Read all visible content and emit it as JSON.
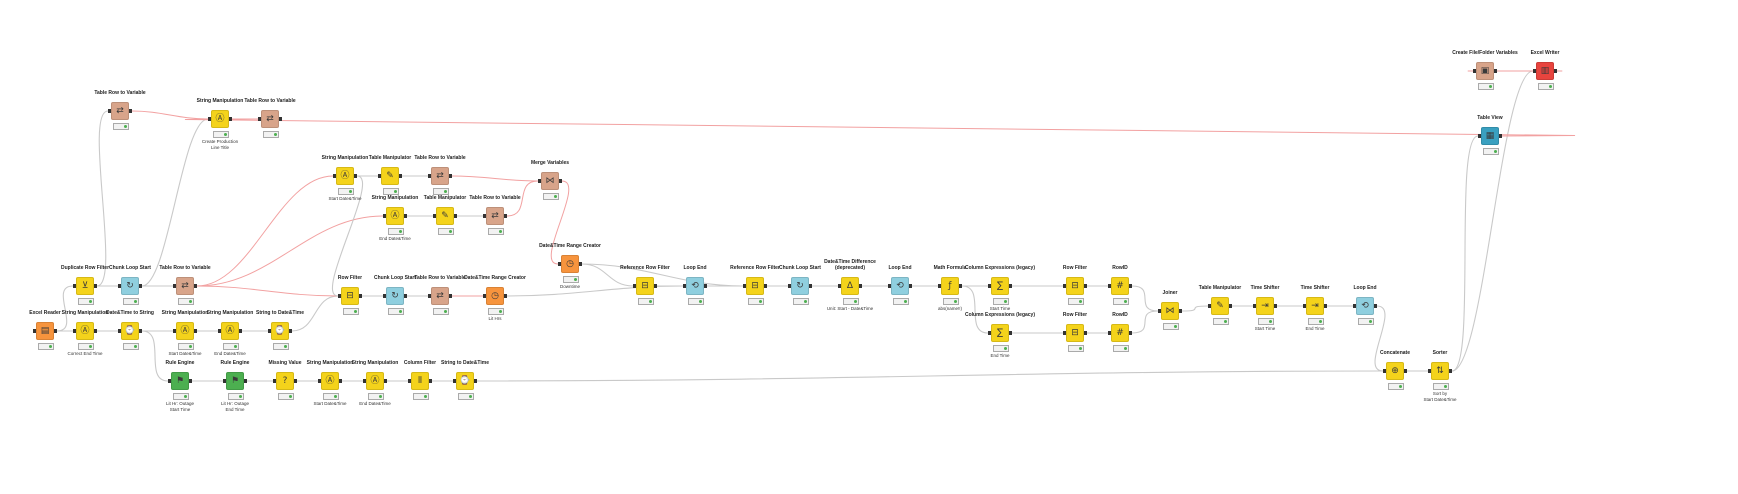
{
  "nodes": [
    {
      "id": "n1",
      "title": "Excel Reader",
      "label": "",
      "color": "c-source",
      "icon": "table-in-icon"
    },
    {
      "id": "n2",
      "title": "Duplicate Row Filter",
      "label": "",
      "color": "c-manip",
      "icon": "filter-icon"
    },
    {
      "id": "n3",
      "title": "String Manipulation",
      "label": "Correct End Time",
      "color": "c-manip",
      "icon": "abc-icon"
    },
    {
      "id": "n4",
      "title": "Table Row to Variable",
      "label": "",
      "color": "c-tan",
      "icon": "variable-icon"
    },
    {
      "id": "n5",
      "title": "Chunk Loop Start",
      "label": "",
      "color": "c-loop",
      "icon": "loop-start-icon"
    },
    {
      "id": "n6",
      "title": "Date&Time to String",
      "label": "",
      "color": "c-manip",
      "icon": "datetime-icon"
    },
    {
      "id": "n7",
      "title": "String Manipulation",
      "label": "Create Production\nLine Title",
      "color": "c-manip",
      "icon": "abc-icon"
    },
    {
      "id": "n8",
      "title": "Table Row to Variable",
      "label": "",
      "color": "c-tan",
      "icon": "variable-icon"
    },
    {
      "id": "n9",
      "title": "Table Row to Variable",
      "label": "",
      "color": "c-tan",
      "icon": "variable-icon"
    },
    {
      "id": "n10",
      "title": "String Manipulation",
      "label": "Start Date&Time",
      "color": "c-manip",
      "icon": "abc-icon"
    },
    {
      "id": "n11",
      "title": "String Manipulation",
      "label": "End Date&Time",
      "color": "c-manip",
      "icon": "abc-icon"
    },
    {
      "id": "n12",
      "title": "String to Date&Time",
      "label": "",
      "color": "c-manip",
      "icon": "datetime-icon"
    },
    {
      "id": "n13",
      "title": "Rule Engine",
      "label": "Lit Hr: Outage\nStart Time",
      "color": "c-green",
      "icon": "rule-icon"
    },
    {
      "id": "n14",
      "title": "Rule Engine",
      "label": "Lit Hr: Outage\nEnd Time",
      "color": "c-green",
      "icon": "rule-icon"
    },
    {
      "id": "n15",
      "title": "Missing Value",
      "label": "",
      "color": "c-manip",
      "icon": "missing-icon"
    },
    {
      "id": "n16",
      "title": "String Manipulation",
      "label": "Start Date&Time",
      "color": "c-manip",
      "icon": "abc-icon"
    },
    {
      "id": "n17",
      "title": "String Manipulation",
      "label": "End Date&Time",
      "color": "c-manip",
      "icon": "abc-icon"
    },
    {
      "id": "n18",
      "title": "Column Filter",
      "label": "",
      "color": "c-manip",
      "icon": "column-filter-icon"
    },
    {
      "id": "n19",
      "title": "String to Date&Time",
      "label": "",
      "color": "c-manip",
      "icon": "datetime-icon"
    },
    {
      "id": "n20",
      "title": "String Manipulation",
      "label": "Start Date&Time",
      "color": "c-manip",
      "icon": "abc-icon"
    },
    {
      "id": "n21",
      "title": "Table Manipulator",
      "label": "",
      "color": "c-manip",
      "icon": "table-edit-icon"
    },
    {
      "id": "n22",
      "title": "Table Row to Variable",
      "label": "",
      "color": "c-tan",
      "icon": "variable-icon"
    },
    {
      "id": "n23",
      "title": "String Manipulation",
      "label": "End Date&Time",
      "color": "c-manip",
      "icon": "abc-icon"
    },
    {
      "id": "n24",
      "title": "Table Manipulator",
      "label": "",
      "color": "c-manip",
      "icon": "table-edit-icon"
    },
    {
      "id": "n25",
      "title": "Table Row to Variable",
      "label": "",
      "color": "c-tan",
      "icon": "variable-icon"
    },
    {
      "id": "n26",
      "title": "Merge Variables",
      "label": "",
      "color": "c-tan",
      "icon": "merge-icon"
    },
    {
      "id": "n27",
      "title": "Row Filter",
      "label": "",
      "color": "c-manip",
      "icon": "row-filter-icon"
    },
    {
      "id": "n28",
      "title": "Chunk Loop Start",
      "label": "",
      "color": "c-loop",
      "icon": "loop-start-icon"
    },
    {
      "id": "n29",
      "title": "Table Row to Variable",
      "label": "",
      "color": "c-tan",
      "icon": "variable-icon"
    },
    {
      "id": "n30",
      "title": "Date&Time Range Creator",
      "label": "Lit Hrs",
      "color": "c-source",
      "icon": "clock-icon"
    },
    {
      "id": "n31",
      "title": "Date&Time Range Creator",
      "label": "Downtime",
      "color": "c-source",
      "icon": "clock-icon"
    },
    {
      "id": "n32",
      "title": "Reference Row Filter",
      "label": "",
      "color": "c-manip",
      "icon": "row-filter-icon"
    },
    {
      "id": "n33",
      "title": "Loop End",
      "label": "",
      "color": "c-loop",
      "icon": "loop-end-icon"
    },
    {
      "id": "n34",
      "title": "Reference Row Filter",
      "label": "",
      "color": "c-manip",
      "icon": "row-filter-icon"
    },
    {
      "id": "n35",
      "title": "Chunk Loop Start",
      "label": "",
      "color": "c-loop",
      "icon": "loop-start-icon"
    },
    {
      "id": "n36",
      "title": "Date&Time Difference\n(deprecated)",
      "label": "Unit: Start - Date&Time",
      "color": "c-manip",
      "icon": "datetime-diff-icon"
    },
    {
      "id": "n37",
      "title": "Loop End",
      "label": "",
      "color": "c-loop",
      "icon": "loop-end-icon"
    },
    {
      "id": "n38",
      "title": "Math Formula",
      "label": "abs(name!!)",
      "color": "c-manip",
      "icon": "formula-icon"
    },
    {
      "id": "n39",
      "title": "Column Expressions (legacy)",
      "label": "Start Time",
      "color": "c-manip",
      "icon": "expression-icon"
    },
    {
      "id": "n40",
      "title": "Column Expressions (legacy)",
      "label": "End Time",
      "color": "c-manip",
      "icon": "expression-icon"
    },
    {
      "id": "n41",
      "title": "Row Filter",
      "label": "",
      "color": "c-manip",
      "icon": "row-filter-icon"
    },
    {
      "id": "n42",
      "title": "Row Filter",
      "label": "",
      "color": "c-manip",
      "icon": "row-filter-icon"
    },
    {
      "id": "n43",
      "title": "RowID",
      "label": "",
      "color": "c-manip",
      "icon": "rowid-icon"
    },
    {
      "id": "n44",
      "title": "RowID",
      "label": "",
      "color": "c-manip",
      "icon": "rowid-icon"
    },
    {
      "id": "n45",
      "title": "Joiner",
      "label": "",
      "color": "c-manip",
      "icon": "joiner-icon"
    },
    {
      "id": "n46",
      "title": "Table Manipulator",
      "label": "",
      "color": "c-manip",
      "icon": "table-edit-icon"
    },
    {
      "id": "n47",
      "title": "Time Shifter",
      "label": "Start Time",
      "color": "c-manip",
      "icon": "time-shift-icon"
    },
    {
      "id": "n48",
      "title": "Time Shifter",
      "label": "End Time",
      "color": "c-manip",
      "icon": "time-shift-icon"
    },
    {
      "id": "n49",
      "title": "Loop End",
      "label": "",
      "color": "c-loop",
      "icon": "loop-end-icon"
    },
    {
      "id": "n50",
      "title": "Concatenate",
      "label": "",
      "color": "c-manip",
      "icon": "concatenate-icon"
    },
    {
      "id": "n51",
      "title": "Sorter",
      "label": "Sort by\nStart Date&Time",
      "color": "c-manip",
      "icon": "sort-icon"
    },
    {
      "id": "n52",
      "title": "Table View",
      "label": "",
      "color": "c-view",
      "icon": "table-view-icon"
    },
    {
      "id": "n53",
      "title": "Create File/Folder Variables",
      "label": "",
      "color": "c-tan",
      "icon": "folder-variable-icon"
    },
    {
      "id": "n54",
      "title": "Excel Writer",
      "label": "",
      "color": "c-sink",
      "icon": "table-out-icon"
    }
  ],
  "icons": {
    "table-in-icon": "▤",
    "filter-icon": "⊻",
    "abc-icon": "Ⓐ",
    "variable-icon": "⇄",
    "loop-start-icon": "↻",
    "datetime-icon": "⌚",
    "rule-icon": "⚑",
    "missing-icon": "?",
    "column-filter-icon": "⫴",
    "table-edit-icon": "✎",
    "merge-icon": "⋈",
    "row-filter-icon": "⊟",
    "clock-icon": "◷",
    "loop-end-icon": "⟲",
    "datetime-diff-icon": "Δ",
    "formula-icon": "ƒ",
    "expression-icon": "∑",
    "rowid-icon": "#",
    "joiner-icon": "⋈",
    "time-shift-icon": "⇥",
    "concatenate-icon": "⊕",
    "sort-icon": "⇅",
    "table-view-icon": "▦",
    "folder-variable-icon": "▣",
    "table-out-icon": "▥"
  }
}
